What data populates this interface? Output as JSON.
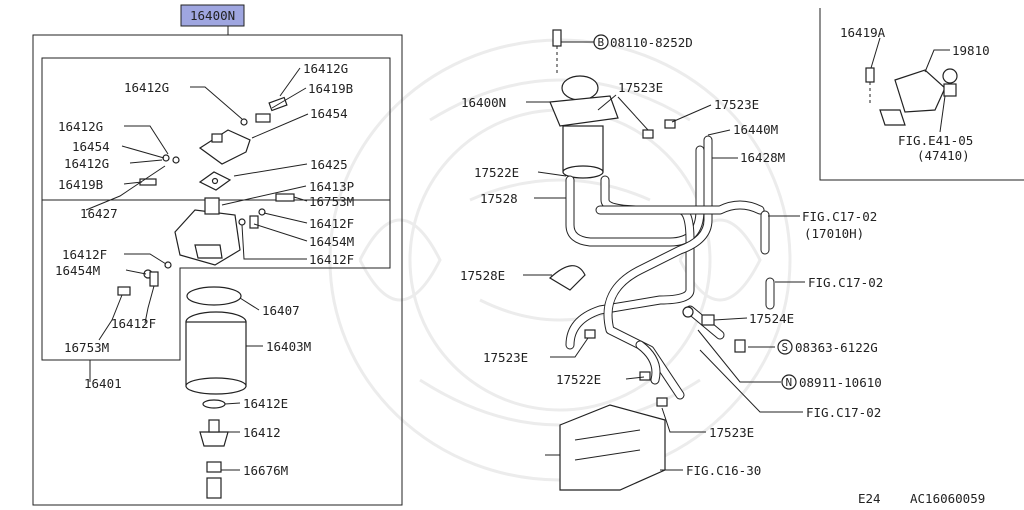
{
  "diagram": {
    "header_part": "16400N",
    "header_highlight": "#9fa6e0",
    "footer": {
      "page_ref": "E24",
      "catalog_id": "AC16060059"
    },
    "labels": {
      "l_16412G_a": "16412G",
      "l_16419B_a": "16419B",
      "l_16412G_b": "16412G",
      "l_16454_a": "16454",
      "l_16412G_c": "16412G",
      "l_16454_b": "16454",
      "l_16412G_d": "16412G",
      "l_16419B_b": "16419B",
      "l_16427": "16427",
      "l_16425": "16425",
      "l_16413P": "16413P",
      "l_16753M_a": "16753M",
      "l_16412F_a": "16412F",
      "l_16454M_a": "16454M",
      "l_16412F_b": "16412F",
      "l_16412F_c": "16412F",
      "l_16454M_b": "16454M",
      "l_16412F_d": "16412F",
      "l_16753M_b": "16753M",
      "l_16401": "16401",
      "l_16407": "16407",
      "l_16403M": "16403M",
      "l_16412E": "16412E",
      "l_16412": "16412",
      "l_16676M": "16676M",
      "l_08110": "08110-8252D",
      "l_16400N": "16400N",
      "l_17523E_a": "17523E",
      "l_17523E_b": "17523E",
      "l_16440M": "16440M",
      "l_16428M": "16428M",
      "l_17522E_a": "17522E",
      "l_17528": "17528",
      "l_figC17_a": "FIG.C17-02",
      "l_17010H": "(17010H)",
      "l_17528E": "17528E",
      "l_figC17_b": "FIG.C17-02",
      "l_17524E": "17524E",
      "l_08363": "08363-6122G",
      "l_17523E_c": "17523E",
      "l_08911": "08911-10610",
      "l_17522E_b": "17522E",
      "l_figC17_c": "FIG.C17-02",
      "l_17523E_d": "17523E",
      "l_figC16": "FIG.C16-30",
      "l_16419A": "16419A",
      "l_19810": "19810",
      "l_figE41": "FIG.E41-05",
      "l_47410": "(47410)"
    },
    "symbols": {
      "bolt_B": "B",
      "bolt_S": "S",
      "nut_N": "N"
    }
  }
}
